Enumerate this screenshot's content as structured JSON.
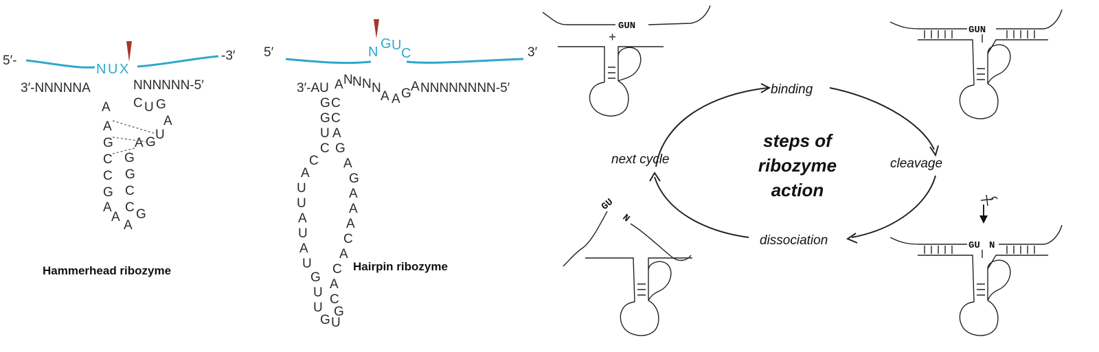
{
  "hammerhead": {
    "end5": "5′-",
    "end3": "-3′",
    "site": [
      "N",
      "U",
      "X"
    ],
    "left_strand": "3′-NNNNNA",
    "right_strand": "NNNNNN-5′",
    "core_left": [
      "A",
      "A",
      "G",
      "C",
      "C",
      "G",
      "A",
      "A"
    ],
    "core_right": [
      "C",
      "U",
      "G",
      "A",
      "U",
      "G",
      "A",
      "G",
      "G",
      "C",
      "C",
      "G",
      "A"
    ],
    "caption": "Hammerhead ribozyme"
  },
  "hairpin": {
    "end5": "5′",
    "end3": "3′",
    "site": [
      "N",
      "G",
      "U",
      "C"
    ],
    "left_strand": "3′-AU",
    "mid_strand": [
      "A",
      "N",
      "N",
      "N",
      "N",
      "A",
      "A",
      "G",
      "A"
    ],
    "right_strand": "NNNNNNNN-5′",
    "left_col": [
      "G",
      "G",
      "U",
      "C",
      "C",
      "A",
      "U",
      "U",
      "A",
      "U",
      "A",
      "U",
      "G",
      "U",
      "U",
      "G"
    ],
    "right_col": [
      "C",
      "C",
      "A",
      "G",
      "A",
      "G",
      "A",
      "A",
      "A",
      "C",
      "A",
      "C",
      "A",
      "C",
      "G",
      "U"
    ],
    "caption": "Hairpin ribozyme"
  },
  "cycle": {
    "title_lines": [
      "steps of",
      "ribozyme",
      "action"
    ],
    "steps": {
      "binding": "binding",
      "cleavage": "cleavage",
      "dissociation": "dissociation",
      "next_cycle": "next cycle"
    },
    "labels": {
      "gun_top_left": "GUN",
      "plus": "+",
      "gun_top_right": "GUN",
      "gu_bottom_right": "GU",
      "n_bottom_right": "N",
      "gu_bottom_left": "GU",
      "n_bottom_left": "N"
    }
  }
}
